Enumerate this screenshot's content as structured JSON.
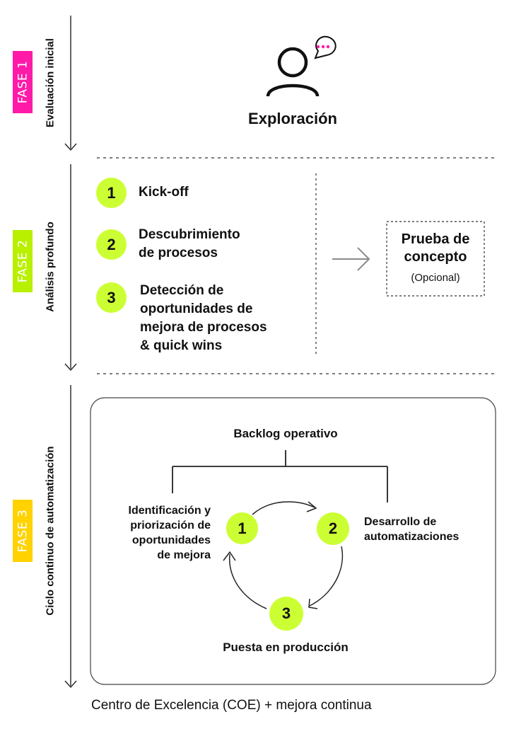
{
  "phases": [
    {
      "badge": "FASE 1",
      "label": "Evaluación inicial",
      "color": "#ff1aa8"
    },
    {
      "badge": "FASE 2",
      "label": "Análisis profundo",
      "color": "#b8f000"
    },
    {
      "badge": "FASE 3",
      "label": "Ciclo continuo de automatización",
      "color": "#ffd200"
    }
  ],
  "phase1": {
    "title": "Exploración",
    "icons": [
      "user-icon",
      "chat-bubble-icon"
    ]
  },
  "phase2": {
    "steps": [
      {
        "num": "1",
        "lines": [
          "Kick-off"
        ]
      },
      {
        "num": "2",
        "lines": [
          "Descubrimiento",
          "de procesos"
        ]
      },
      {
        "num": "3",
        "lines": [
          "Detección de",
          "oportunidades de",
          "mejora de procesos",
          "& quick wins"
        ]
      }
    ],
    "poc": {
      "title_lines": [
        "Prueba de",
        "concepto"
      ],
      "note": "(Opcional)"
    }
  },
  "phase3": {
    "backlog": "Backlog operativo",
    "left_lines": [
      "Identificación y",
      "priorización de",
      "oportunidades",
      "de mejora"
    ],
    "right_lines": [
      "Desarrollo de",
      "automatizaciones"
    ],
    "bottom": "Puesta en producción",
    "cycle": [
      "1",
      "2",
      "3"
    ]
  },
  "footer": "Centro de Excelencia (COE) + mejora continua",
  "colors": {
    "accent_green": "#ccff33",
    "line": "#222222",
    "arrow_gray": "#8a8a8a"
  }
}
